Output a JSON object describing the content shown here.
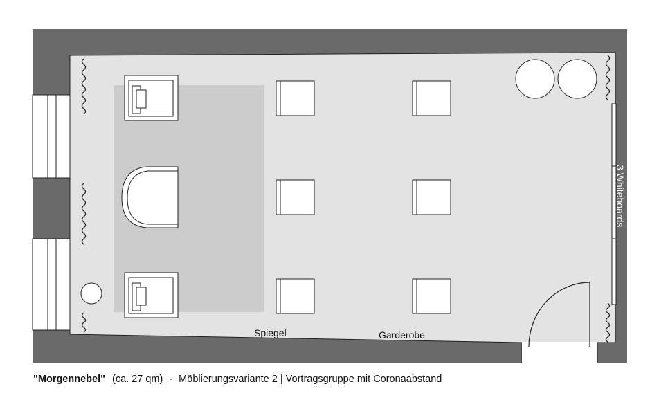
{
  "labels": {
    "spiegel": "Spiegel",
    "garderobe": "Garderobe",
    "whiteboards": "3 Whiteboards"
  },
  "caption": {
    "room_name": "\"Morgennebel\"",
    "size": "(ca. 27 qm)",
    "dash": "-",
    "variant": "Möblierungsvariante 2 | Vortragsgruppe mit Coronaabstand"
  },
  "colors": {
    "wall": "#6a6a6a",
    "floor": "#e3e3e3",
    "rug": "#c8c8c8",
    "furniture": "#ffffff",
    "outline": "#222222"
  },
  "icons": {
    "curtain": "curtain-zigzag-icon",
    "door": "door-swing-icon",
    "plant": "round-table-icon"
  }
}
